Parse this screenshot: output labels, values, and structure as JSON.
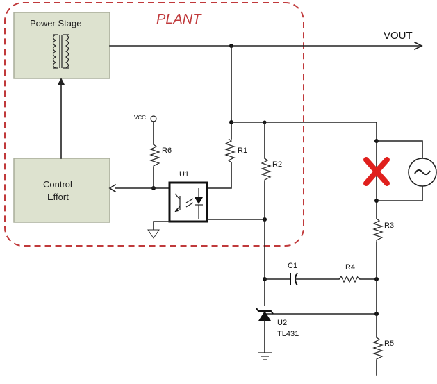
{
  "labels": {
    "power_stage": "Power Stage",
    "plant": "PLANT",
    "vout": "VOUT",
    "vcc": "VCC",
    "control_line1": "Control",
    "control_line2": "Effort",
    "r6": "R6",
    "u1": "U1",
    "r1": "R1",
    "r2": "R2",
    "r3": "R3",
    "c1": "C1",
    "r4": "R4",
    "u2": "U2",
    "u2_part": "TL431",
    "r5": "R5"
  },
  "icons": {
    "transformer": "transformer-icon",
    "ac_source": "ac-source-icon",
    "disconnect": "red-x-icon"
  },
  "colors": {
    "plant_border": "#c0393b",
    "box_fill": "#dde2cf",
    "disconnect_x": "#e0201d"
  }
}
